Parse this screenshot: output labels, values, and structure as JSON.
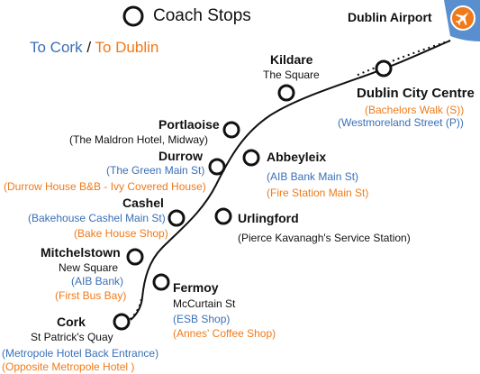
{
  "legend": {
    "coach_stops_label": "Coach Stops",
    "to_cork_label": "To Cork",
    "separator": "/",
    "to_dublin_label": "To Dublin"
  },
  "colors": {
    "to_cork": "#3a6fb7",
    "to_dublin": "#f07a1a",
    "route_line": "#111111",
    "airport_badge_bg": "#5a8fcf",
    "airport_icon_circle": "#f07a1a"
  },
  "airport": {
    "name": "Dublin Airport",
    "icon": "airplane-icon"
  },
  "stops": {
    "dublin_city_centre": {
      "name": "Dublin City Centre",
      "to_dublin": "(Bachelors Walk (S))",
      "to_cork": "(Westmoreland Street (P))"
    },
    "kildare": {
      "name": "Kildare",
      "sub": "The Square"
    },
    "portlaoise": {
      "name": "Portlaoise",
      "sub": "(The Maldron Hotel, Midway)"
    },
    "abbeyleix": {
      "name": "Abbeyleix",
      "to_cork": "(AIB Bank Main St)",
      "to_dublin": "(Fire Station Main St)"
    },
    "durrow": {
      "name": "Durrow",
      "to_cork": "(The Green Main St)",
      "to_dublin": "(Durrow House B&B - Ivy Covered House)"
    },
    "urlingford": {
      "name": "Urlingford",
      "sub": "(Pierce Kavanagh's Service Station)"
    },
    "cashel": {
      "name": "Cashel",
      "to_cork": "(Bakehouse Cashel Main St)",
      "to_dublin": "(Bake House Shop)"
    },
    "mitchelstown": {
      "name": "Mitchelstown",
      "sub": "New Square",
      "to_cork": "(AIB Bank)",
      "to_dublin": "(First Bus Bay)"
    },
    "fermoy": {
      "name": "Fermoy",
      "sub": "McCurtain St",
      "to_cork": "(ESB Shop)",
      "to_dublin": "(Annes' Coffee Shop)"
    },
    "cork": {
      "name": "Cork",
      "sub": "St Patrick's Quay",
      "to_cork": "(Metropole Hotel Back Entrance)",
      "to_dublin": "(Opposite Metropole Hotel )"
    }
  }
}
